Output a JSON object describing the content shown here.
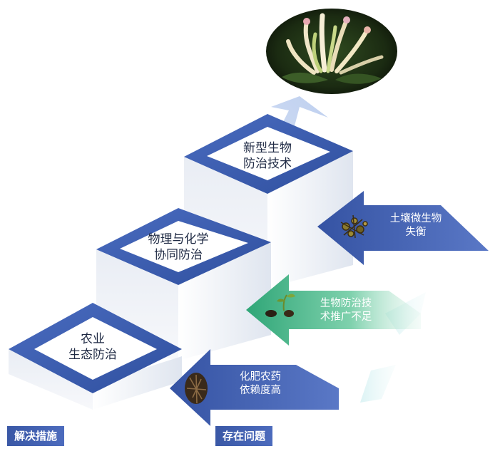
{
  "steps": [
    {
      "line1": "农业",
      "line2": "生态防治"
    },
    {
      "line1": "物理与化学",
      "line2": "协同防治"
    },
    {
      "line1": "新型生物",
      "line2": "防治技术"
    }
  ],
  "problems": [
    {
      "line1": "土壤微生物",
      "line2": "失衡"
    },
    {
      "line1": "生物防治技",
      "line2": "术推广不足"
    },
    {
      "line1": "化肥农药",
      "line2": "依赖度高"
    }
  ],
  "tags": {
    "solutions": "解决措施",
    "problems": "存在问题"
  },
  "icons": {
    "top_image": "honeysuckle-flower-photo",
    "problem1": "soil-microbe-icon",
    "problem2": "seedling-icon",
    "problem3": "soil-roots-icon"
  },
  "colors": {
    "step_blue": "#3b5aa8",
    "arrow_blue": "#3f5fae",
    "arrow_green": "#4fbf93",
    "tag_blue": "#3a58a6"
  }
}
